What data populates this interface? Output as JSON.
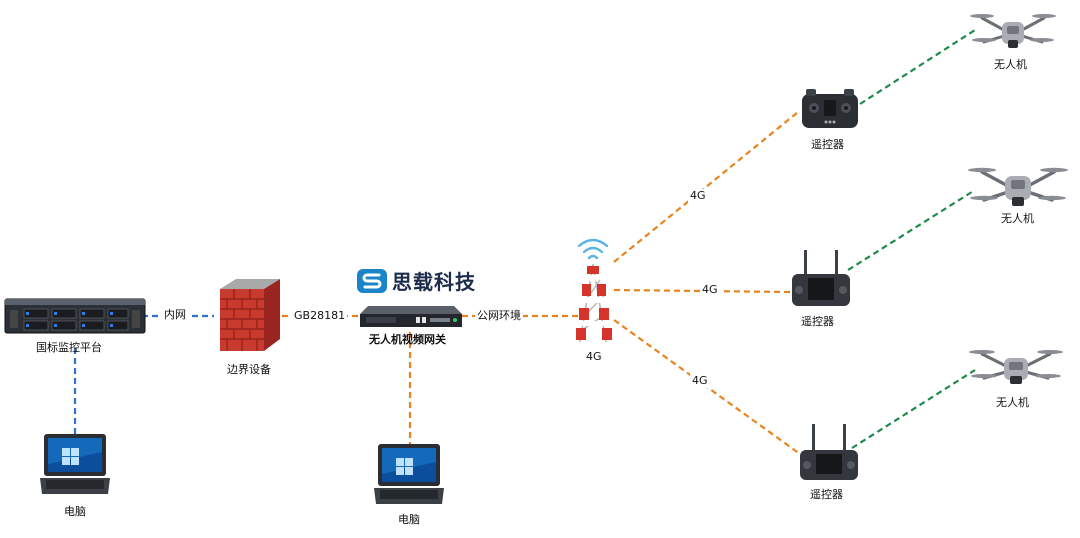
{
  "brand": {
    "name": "思载科技",
    "logo_letter": "S"
  },
  "nodes": {
    "platform": "国标监控平台",
    "firewall": "边界设备",
    "gateway": "无人机视频网关",
    "tower": "4G",
    "pc_left": "电脑",
    "pc_center": "电脑",
    "rc_top": "遥控器",
    "rc_mid": "遥控器",
    "rc_bottom": "遥控器",
    "drone_top": "无人机",
    "drone_mid": "无人机",
    "drone_bottom": "无人机"
  },
  "links": {
    "intranet": "内网",
    "gb": "GB28181",
    "public_net": "公网环境",
    "lte_top": "4G",
    "lte_mid": "4G",
    "lte_bottom": "4G"
  },
  "colors": {
    "intranet_line": "#2f6fd0",
    "orange_line": "#e8841f",
    "green_line": "#1f8a4c",
    "brand_blue": "#1b84c9"
  }
}
